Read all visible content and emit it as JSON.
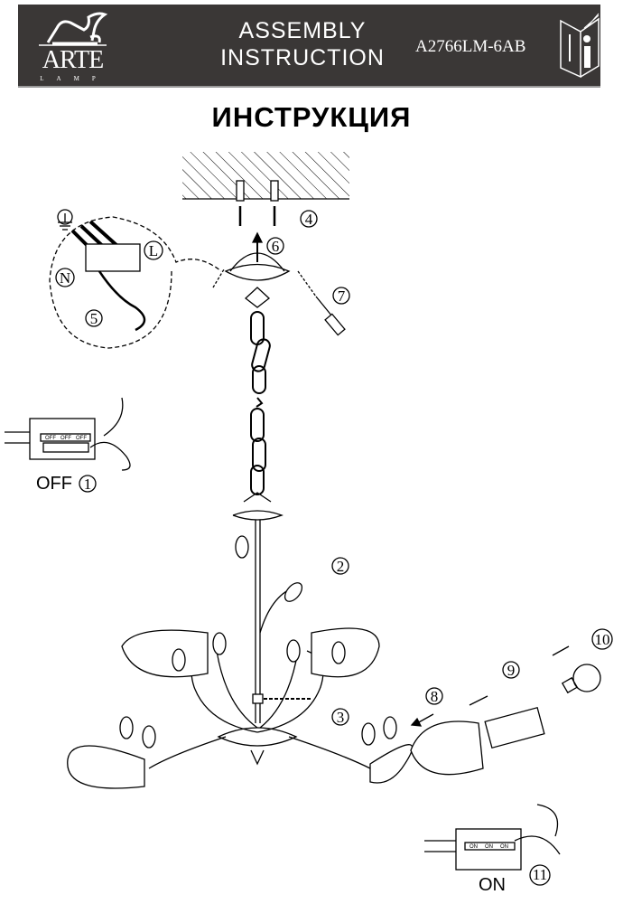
{
  "header": {
    "brand": "ARTE",
    "brand_sub": "LAMP",
    "title_line1": "ASSEMBLY",
    "title_line2": "INSTRUCTION",
    "model": "A2766LM-6AB",
    "manual_icon": "info-book-icon"
  },
  "heading": "ИНСТРУКЦИЯ",
  "steps": {
    "s1": "1",
    "s2": "2",
    "s3": "3",
    "s4": "4",
    "s5": "5",
    "s6": "6",
    "s7": "7",
    "s8": "8",
    "s9": "9",
    "s10": "10",
    "s11": "11"
  },
  "wiring": {
    "live": "L",
    "neutral": "N"
  },
  "switch_off": {
    "label": "OFF",
    "switches": [
      "OFF",
      "OFF",
      "OFF"
    ]
  },
  "switch_on": {
    "label": "ON",
    "switches": [
      "ON",
      "ON",
      "ON"
    ]
  }
}
